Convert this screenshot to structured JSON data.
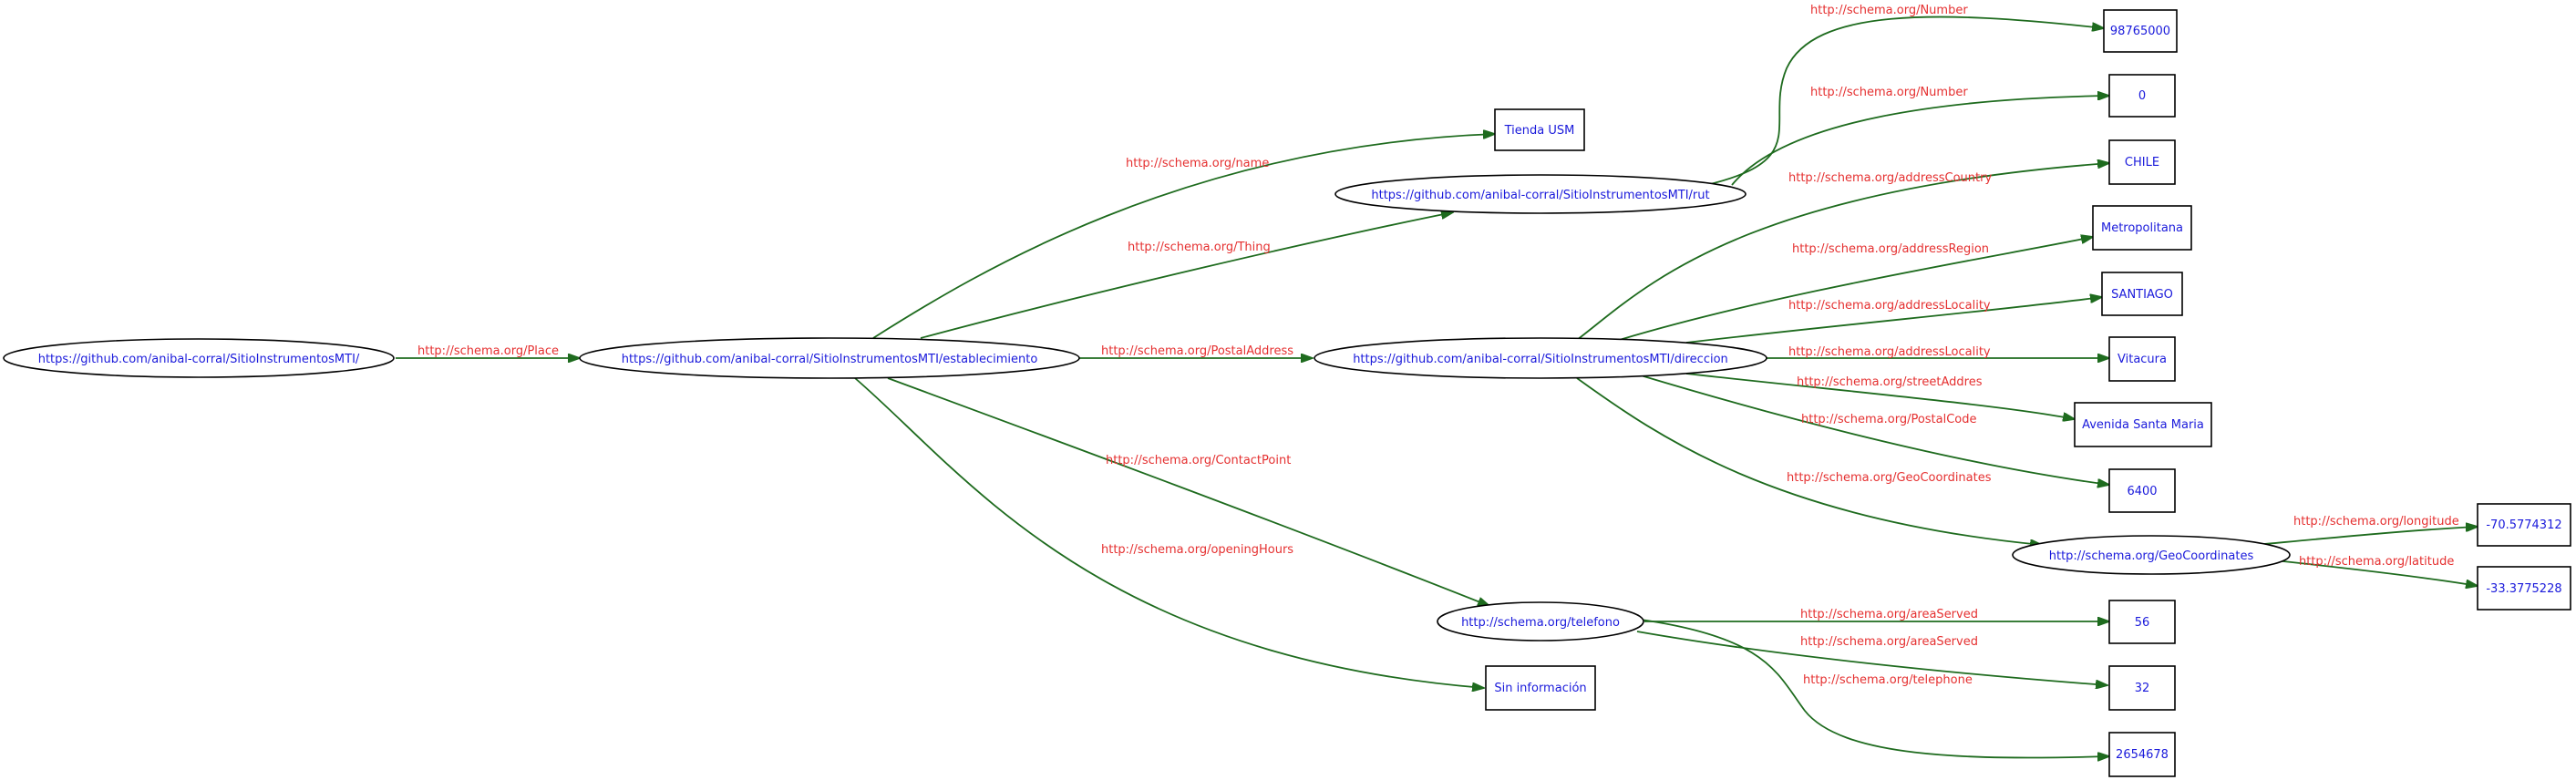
{
  "colors": {
    "node_text": "#1a1adb",
    "edge_text": "#e53030",
    "edge_line": "#1e6b1e",
    "node_border": "#000000",
    "background": "#ffffff"
  },
  "nodes": {
    "root": "https://github.com/anibal-corral/SitioInstrumentosMTI/",
    "establecimiento": "https://github.com/anibal-corral/SitioInstrumentosMTI/establecimiento",
    "rut": "https://github.com/anibal-corral/SitioInstrumentosMTI/rut",
    "direccion": "https://github.com/anibal-corral/SitioInstrumentosMTI/direccion",
    "telefono": "http://schema.org/telefono",
    "geo": "http://schema.org/GeoCoordinates",
    "tienda": "Tienda USM",
    "sin_info": "Sin información",
    "rut_number_1": "98765000",
    "rut_number_2": "0",
    "country": "CHILE",
    "region": "Metropolitana",
    "locality_1": "SANTIAGO",
    "locality_2": "Vitacura",
    "street": "Avenida Santa Maria",
    "postal": "6400",
    "longitude": "-70.5774312",
    "latitude": "-33.3775228",
    "area_1": "56",
    "area_2": "32",
    "phone": "2654678"
  },
  "edges": {
    "place": "http://schema.org/Place",
    "name": "http://schema.org/name",
    "thing": "http://schema.org/Thing",
    "postal_address": "http://schema.org/PostalAddress",
    "contact_point": "http://schema.org/ContactPoint",
    "opening_hours": "http://schema.org/openingHours",
    "number_1": "http://schema.org/Number",
    "number_2": "http://schema.org/Number",
    "address_country": "http://schema.org/addressCountry",
    "address_region": "http://schema.org/addressRegion",
    "address_locality_1": "http://schema.org/addressLocality",
    "address_locality_2": "http://schema.org/addressLocality",
    "street_address": "http://schema.org/streetAddres",
    "postal_code": "http://schema.org/PostalCode",
    "geo_coordinates": "http://schema.org/GeoCoordinates",
    "longitude": "http://schema.org/longitude",
    "latitude": "http://schema.org/latitude",
    "area_served_1": "http://schema.org/areaServed",
    "area_served_2": "http://schema.org/areaServed",
    "telephone": "http://schema.org/telephone"
  }
}
